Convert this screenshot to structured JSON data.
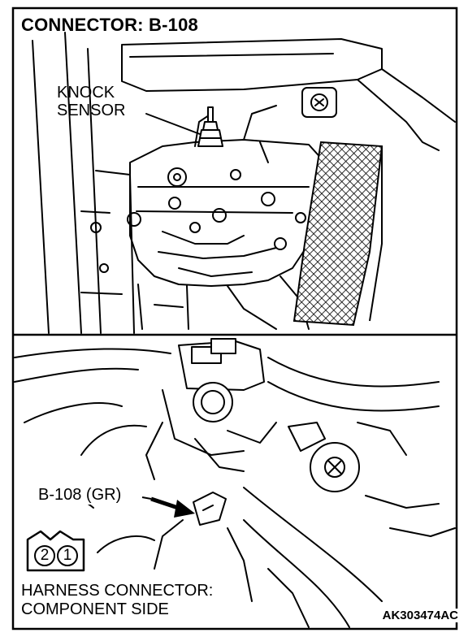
{
  "title": "CONNECTOR: B-108",
  "upper_view": {
    "sensor_label_line1": "KNOCK",
    "sensor_label_line2": "SENSOR"
  },
  "lower_view": {
    "connector_label": "B-108 (GR)"
  },
  "connector_face": {
    "pins": [
      "2",
      "1"
    ],
    "caption_line1": "HARNESS CONNECTOR:",
    "caption_line2": "COMPONENT SIDE"
  },
  "figure_code": "AK303474AC"
}
